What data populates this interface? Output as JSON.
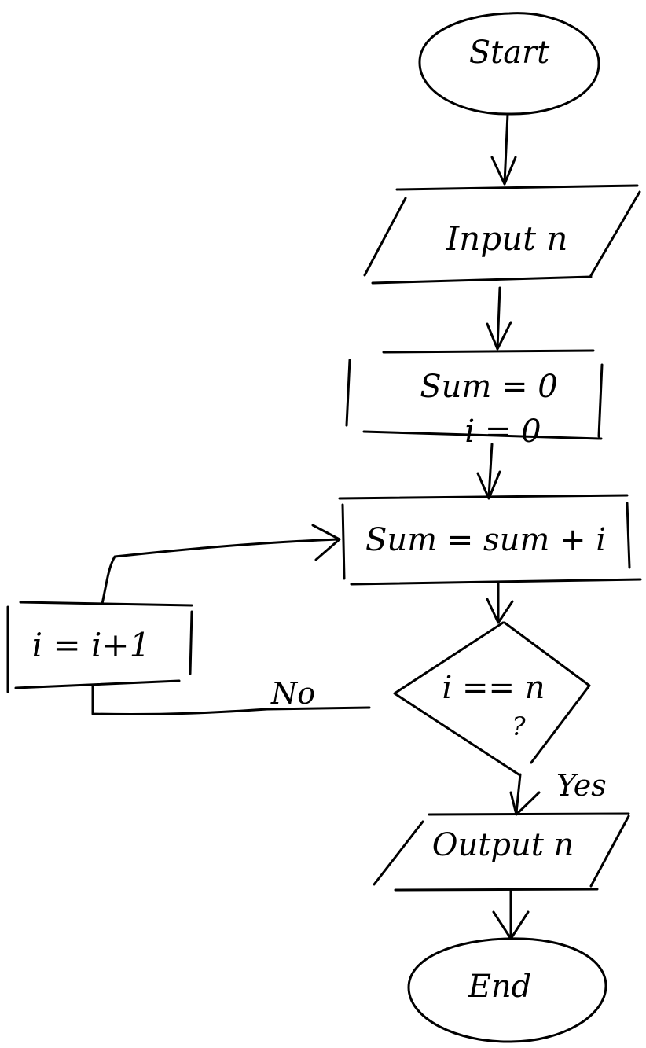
{
  "diagram": {
    "type": "flowchart",
    "style": "hand-drawn",
    "ink_color": "#000000",
    "background": "#ffffff",
    "nodes": {
      "start": {
        "shape": "ellipse",
        "text": "Start"
      },
      "input": {
        "shape": "parallelogram",
        "text": "Input n"
      },
      "init": {
        "shape": "rectangle",
        "lines": [
          "Sum = 0",
          "i = 0"
        ]
      },
      "sum_update": {
        "shape": "rectangle",
        "text": "Sum = sum + i"
      },
      "decision": {
        "shape": "diamond",
        "text": "i == n",
        "mark": "?"
      },
      "increment": {
        "shape": "rectangle",
        "text": "i = i+1"
      },
      "output": {
        "shape": "parallelogram",
        "text": "Output n"
      },
      "end": {
        "shape": "ellipse",
        "text": "End"
      }
    },
    "edges": [
      {
        "from": "start",
        "to": "input"
      },
      {
        "from": "input",
        "to": "init"
      },
      {
        "from": "init",
        "to": "sum_update"
      },
      {
        "from": "sum_update",
        "to": "decision"
      },
      {
        "from": "decision",
        "to": "output",
        "label": "Yes"
      },
      {
        "from": "decision",
        "to": "increment",
        "label": "No"
      },
      {
        "from": "increment",
        "to": "sum_update"
      },
      {
        "from": "output",
        "to": "end"
      }
    ]
  }
}
